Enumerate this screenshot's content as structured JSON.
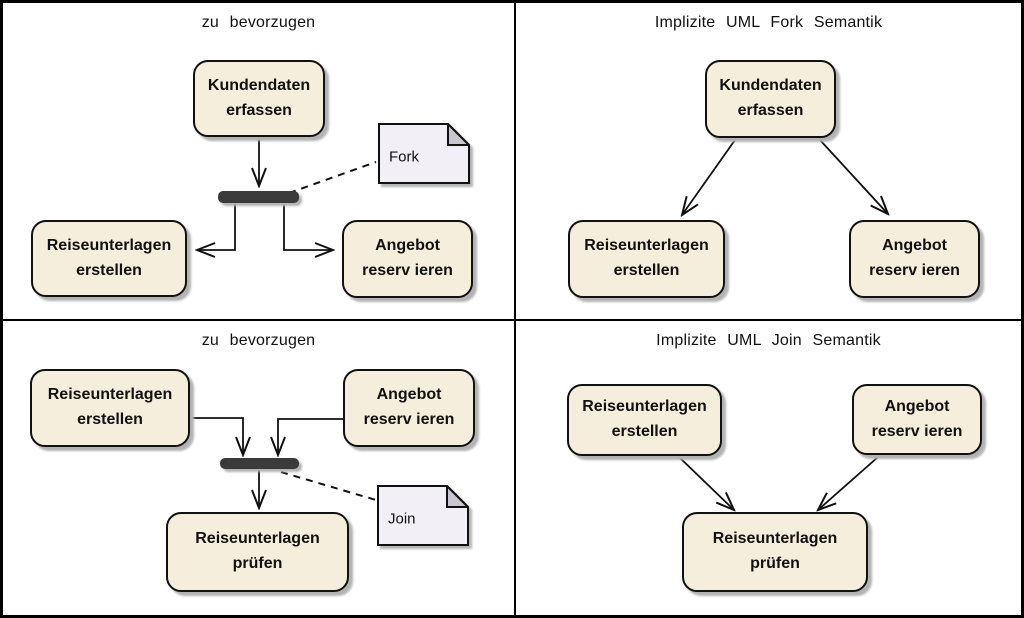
{
  "colors": {
    "node_fill": "#f6eedc",
    "note_fill": "#f3eff7",
    "note_fold": "#c9c6d0",
    "bar_fill": "#3b3b3b",
    "line": "#111111",
    "shadow": "#b3b3b3"
  },
  "panels": [
    {
      "title": "zu bevorzugen",
      "nodes": {
        "kundendaten": {
          "line1": "Kundendaten",
          "line2": "erfassen"
        },
        "erstellen": {
          "line1": "Reiseunterlagen",
          "line2": "erstellen"
        },
        "angebot": {
          "line1": "Angebot",
          "line2": "reserv ieren"
        }
      },
      "note": "Fork"
    },
    {
      "title": "Implizite UML Fork Semantik",
      "nodes": {
        "kundendaten": {
          "line1": "Kundendaten",
          "line2": "erfassen"
        },
        "erstellen": {
          "line1": "Reiseunterlagen",
          "line2": "erstellen"
        },
        "angebot": {
          "line1": "Angebot",
          "line2": "reserv ieren"
        }
      }
    },
    {
      "title": "zu bevorzugen",
      "nodes": {
        "erstellen": {
          "line1": "Reiseunterlagen",
          "line2": "erstellen"
        },
        "angebot": {
          "line1": "Angebot",
          "line2": "reserv ieren"
        },
        "pruefen": {
          "line1": "Reiseunterlagen",
          "line2": "prüfen"
        }
      },
      "note": "Join"
    },
    {
      "title": "Implizite UML Join Semantik",
      "nodes": {
        "erstellen": {
          "line1": "Reiseunterlagen",
          "line2": "erstellen"
        },
        "angebot": {
          "line1": "Angebot",
          "line2": "reserv ieren"
        },
        "pruefen": {
          "line1": "Reiseunterlagen",
          "line2": "prüfen"
        }
      }
    }
  ]
}
